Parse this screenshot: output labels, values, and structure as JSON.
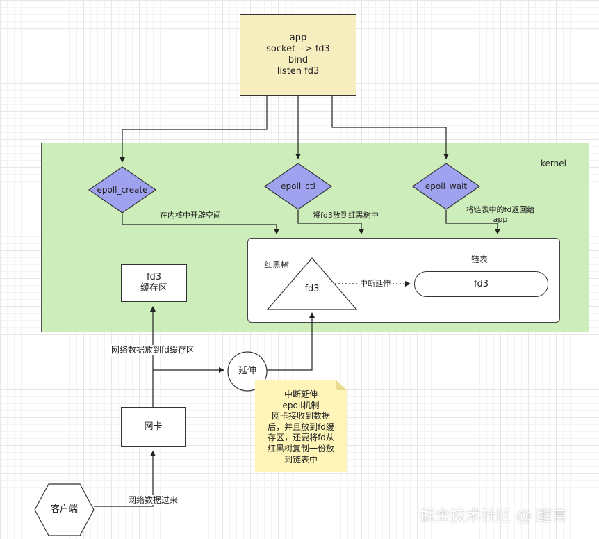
{
  "app_box": {
    "lines": [
      "app",
      "socket --> fd3",
      "bind",
      "listen fd3"
    ]
  },
  "kernel": {
    "label": "kernel"
  },
  "epoll_create": {
    "label": "epoll_create",
    "edge_label": "在内核中开辟空间"
  },
  "epoll_ctl": {
    "label": "epoll_ctl",
    "edge_label": "将fd3放到红黑树中"
  },
  "epoll_wait": {
    "label": "epoll_wait",
    "edge_label_lines": [
      "将链表中的fd返回给",
      "app"
    ]
  },
  "red_black_tree": {
    "title": "红黑树",
    "node_label": "fd3"
  },
  "linked_list": {
    "title": "链表",
    "node_label": "fd3"
  },
  "interrupt_edge_label": "中断延伸",
  "fd3_buffer": {
    "lines": [
      "fd3",
      "缓存区"
    ]
  },
  "nic": {
    "label": "网卡"
  },
  "client": {
    "label": "客户端"
  },
  "extend_node": {
    "label": "延伸"
  },
  "edge_to_buffer_label": "网络数据放到fd缓存区",
  "edge_client_label": "网络数据过来",
  "note": {
    "lines": [
      "中断延伸",
      "epoll机制",
      "网卡接收到数据",
      "后，并且放到fd缓",
      "存区，还要将fd从",
      "红黑树复制一份放",
      "到链表中"
    ]
  },
  "watermark": "掘金技术社区 @ 醒言",
  "colors": {
    "app_fill": "#f7eec0",
    "kernel_fill": "#cdeebb",
    "diamond_fill": "#9fa3ef",
    "note_fill": "#fff5b8",
    "stroke": "#333333"
  }
}
